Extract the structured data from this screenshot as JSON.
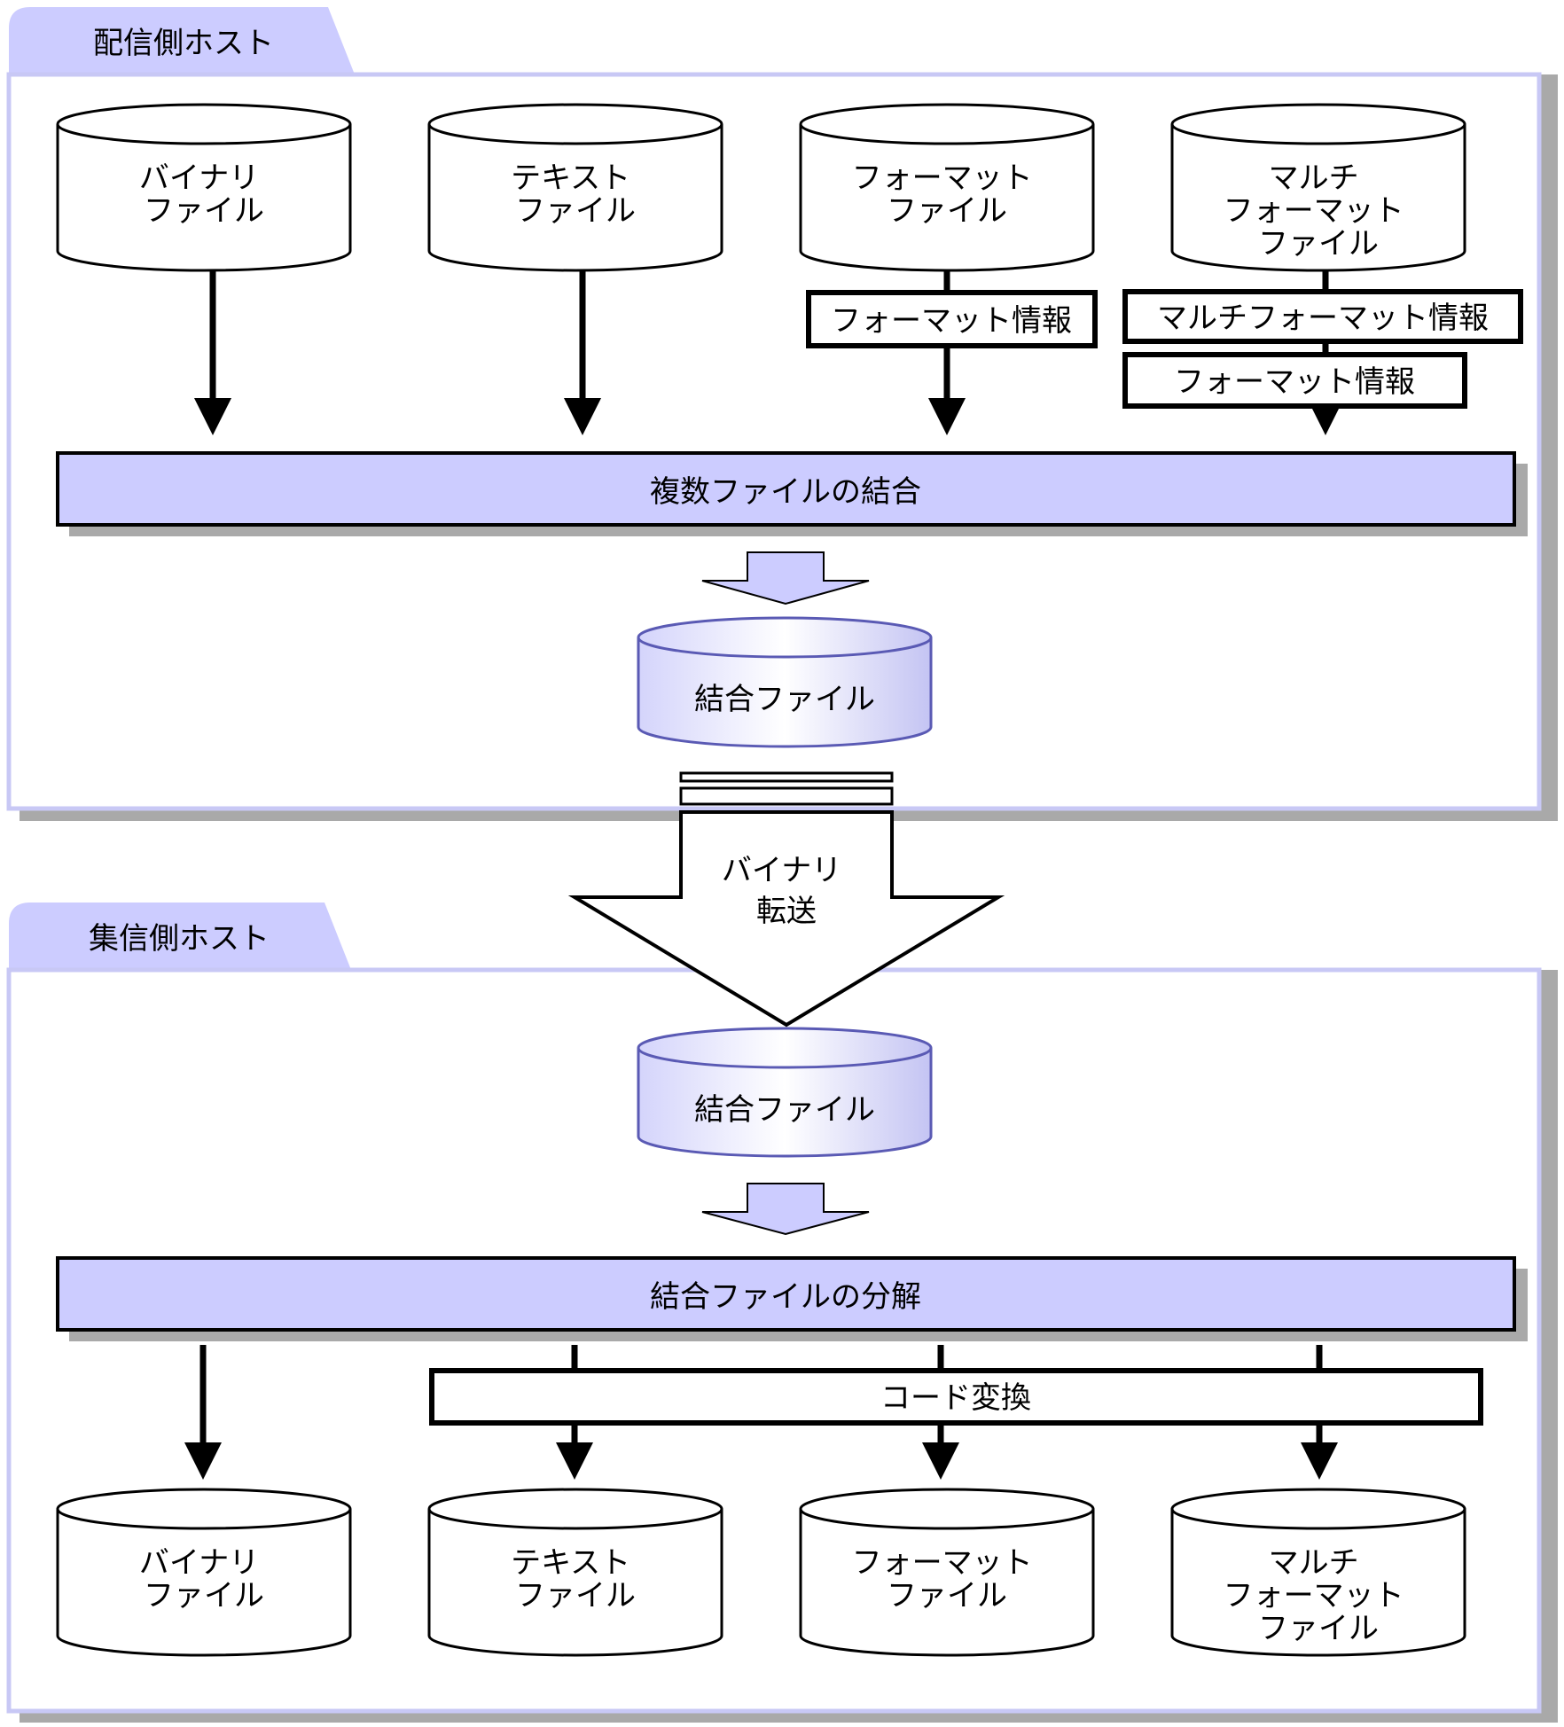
{
  "sender": {
    "tab_label": "配信側ホスト",
    "files": [
      {
        "lines": [
          "バイナリ",
          "ファイル"
        ]
      },
      {
        "lines": [
          "テキスト",
          "ファイル"
        ]
      },
      {
        "lines": [
          "フォーマット",
          "ファイル"
        ]
      },
      {
        "lines": [
          "マルチ",
          "フォーマット",
          "ファイル"
        ]
      }
    ],
    "format_info_label": "フォーマット情報",
    "multi_format_info_label": "マルチフォーマット情報",
    "multi_sub_format_info_label": "フォーマット情報",
    "combine_label": "複数ファイルの結合",
    "combined_file_label": "結合ファイル"
  },
  "transfer": {
    "lines": [
      "バイナリ",
      "転送"
    ]
  },
  "receiver": {
    "tab_label": "集信側ホスト",
    "combined_file_label": "結合ファイル",
    "split_label": "結合ファイルの分解",
    "code_conversion_label": "コード変換",
    "files": [
      {
        "lines": [
          "バイナリ",
          "ファイル"
        ]
      },
      {
        "lines": [
          "テキスト",
          "ファイル"
        ]
      },
      {
        "lines": [
          "フォーマット",
          "ファイル"
        ]
      },
      {
        "lines": [
          "マルチ",
          "フォーマット",
          "ファイル"
        ]
      }
    ]
  },
  "colors": {
    "panel_border": "#c8c8f5",
    "panel_shadow": "#aaaaaa",
    "accent_fill": "#ccccff",
    "stroke": "#000000"
  }
}
